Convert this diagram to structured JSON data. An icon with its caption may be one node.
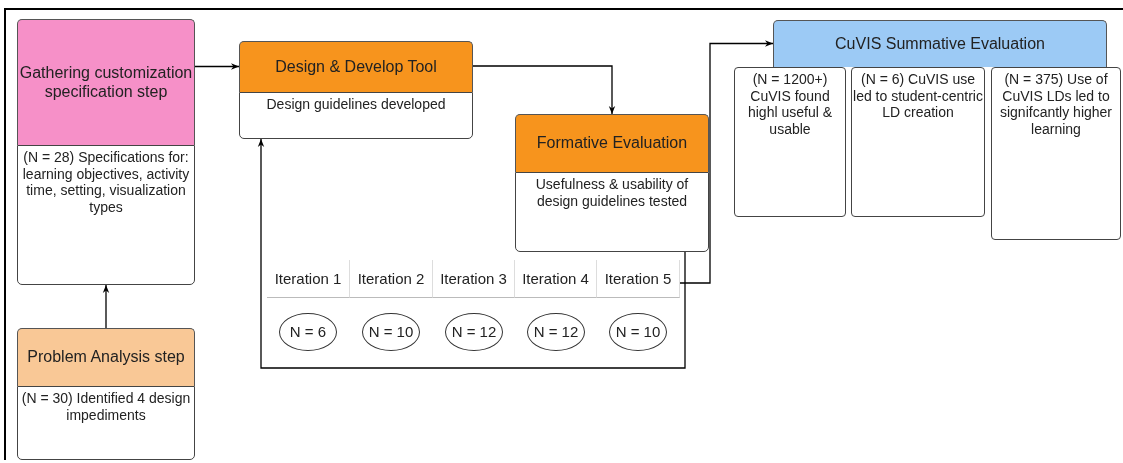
{
  "diagram": {
    "nodes": [
      {
        "text": [
          "Gathering customization specification step"
        ]
      },
      {
        "text": [
          "(N = 28) Specifications for: learning objectives, activity time, setting, visualization types"
        ]
      },
      {
        "text": [
          "Problem Analysis step"
        ]
      },
      {
        "text": [
          "(N = 30) Identified 4 design impediments"
        ]
      },
      {
        "text": [
          "Design & Develop Tool"
        ]
      },
      {
        "text": [
          "Design guidelines developed"
        ]
      },
      {
        "text": [
          "Formative Evaluation"
        ]
      },
      {
        "text": [
          "Usefulness & usability of design guidelines tested"
        ]
      },
      {
        "text": [
          "Iteration 1"
        ]
      },
      {
        "text": [
          "Iteration 2"
        ]
      },
      {
        "text": [
          "Iteration 3"
        ]
      },
      {
        "text": [
          "Iteration 4"
        ]
      },
      {
        "text": [
          "Iteration 5"
        ]
      },
      {
        "text": [
          "N = 6"
        ]
      },
      {
        "text": [
          "N = 10"
        ]
      },
      {
        "text": [
          "N = 12"
        ]
      },
      {
        "text": [
          "N = 12"
        ]
      },
      {
        "text": [
          "N = 10"
        ]
      },
      {
        "text": [
          "CuVIS Summative Evaluation"
        ]
      },
      {
        "text": [
          "(N = 1200+) CuVIS found highl useful & usable"
        ]
      },
      {
        "text": [
          "(N = 6) CuVIS use led to student-centric LD creation"
        ]
      },
      {
        "text": [
          "(N = 375) Use of CuVIS LDs led to signifcantly higher learning"
        ]
      }
    ],
    "edges": [
      {
        "from": 2,
        "to": 1,
        "arrow": "to"
      },
      {
        "from": 0,
        "to": 4,
        "arrow": "to"
      },
      {
        "from": 4,
        "to": 6,
        "arrow": "to"
      },
      {
        "from": 7,
        "to": 5,
        "arrow": "to"
      },
      {
        "from": 12,
        "to": 18,
        "arrow": "to"
      }
    ]
  }
}
